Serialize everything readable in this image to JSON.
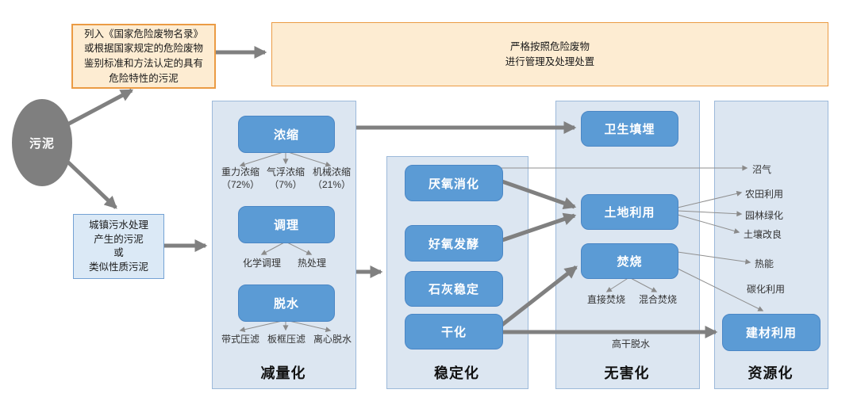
{
  "source": {
    "label": "污泥"
  },
  "hazardous": {
    "criteria": "列入《国家危险废物名录》\n或根据国家规定的危险废物\n鉴别标准和方法认定的具有\n危险特性的污泥",
    "disposal": "严格按照危险废物\n进行管理及处理处置"
  },
  "municipal": {
    "label": "城镇污水处理\n产生的污泥\n或\n类似性质污泥"
  },
  "stages": [
    {
      "name": "减量化",
      "processes": [
        {
          "label": "浓缩",
          "methods": [
            "重力浓缩\n（72%）",
            "气浮浓缩\n（7%）",
            "机械浓缩\n（21%）"
          ]
        },
        {
          "label": "调理",
          "methods": [
            "化学调理",
            "热处理"
          ]
        },
        {
          "label": "脱水",
          "methods": [
            "带式压滤",
            "板框压滤",
            "离心脱水"
          ]
        }
      ]
    },
    {
      "name": "稳定化",
      "processes": [
        {
          "label": "厌氧消化"
        },
        {
          "label": "好氧发酵"
        },
        {
          "label": "石灰稳定"
        },
        {
          "label": "干化"
        }
      ]
    },
    {
      "name": "无害化",
      "processes": [
        {
          "label": "卫生填埋"
        },
        {
          "label": "土地利用"
        },
        {
          "label": "焚烧",
          "methods": [
            "直接焚烧",
            "混合焚烧"
          ]
        }
      ]
    },
    {
      "name": "资源化",
      "outputs": [
        "沼气",
        "农田利用",
        "园林绿化",
        "土壤改良",
        "热能",
        "碳化利用"
      ],
      "processes": [
        {
          "label": "建材利用"
        }
      ]
    }
  ],
  "edge_labels": {
    "high_dry_dewatering": "高干脱水"
  },
  "colors": {
    "node_blue": "#5b9bd5",
    "panel_blue": "#dce6f1",
    "note_fill": "#fdecd2",
    "note_border": "#eb9b44",
    "arrow_gray": "#808080",
    "source_gray": "#7f7f7f"
  }
}
